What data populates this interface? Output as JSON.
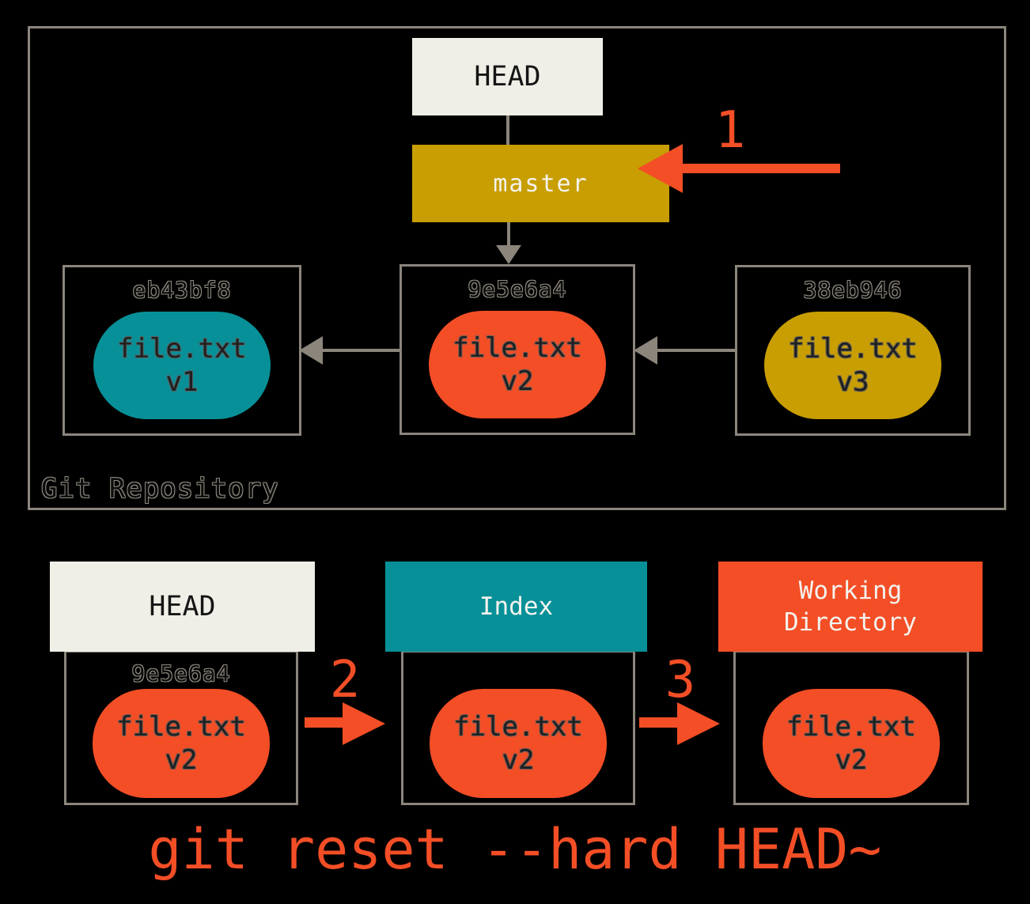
{
  "caption": "git reset --hard HEAD~",
  "colors": {
    "background": "#000000",
    "border_gray": "#8B857C",
    "cream": "#F0EFE7",
    "gold": "#C89E02",
    "teal": "#089098",
    "red": "#F34E26"
  },
  "repository": {
    "label": "Git Repository",
    "head_label": "HEAD",
    "branch_label": "master",
    "commits": [
      {
        "sha": "eb43bf8",
        "file": "file.txt",
        "version": "v1"
      },
      {
        "sha": "9e5e6a4",
        "file": "file.txt",
        "version": "v2"
      },
      {
        "sha": "38eb946",
        "file": "file.txt",
        "version": "v3"
      }
    ]
  },
  "trees": [
    {
      "title": "HEAD",
      "sha": "9e5e6a4",
      "file": "file.txt",
      "version": "v2"
    },
    {
      "title": "Index",
      "file": "file.txt",
      "version": "v2"
    },
    {
      "title": "Working Directory",
      "file": "file.txt",
      "version": "v2"
    }
  ],
  "steps": [
    {
      "label": "1"
    },
    {
      "label": "2"
    },
    {
      "label": "3"
    }
  ]
}
